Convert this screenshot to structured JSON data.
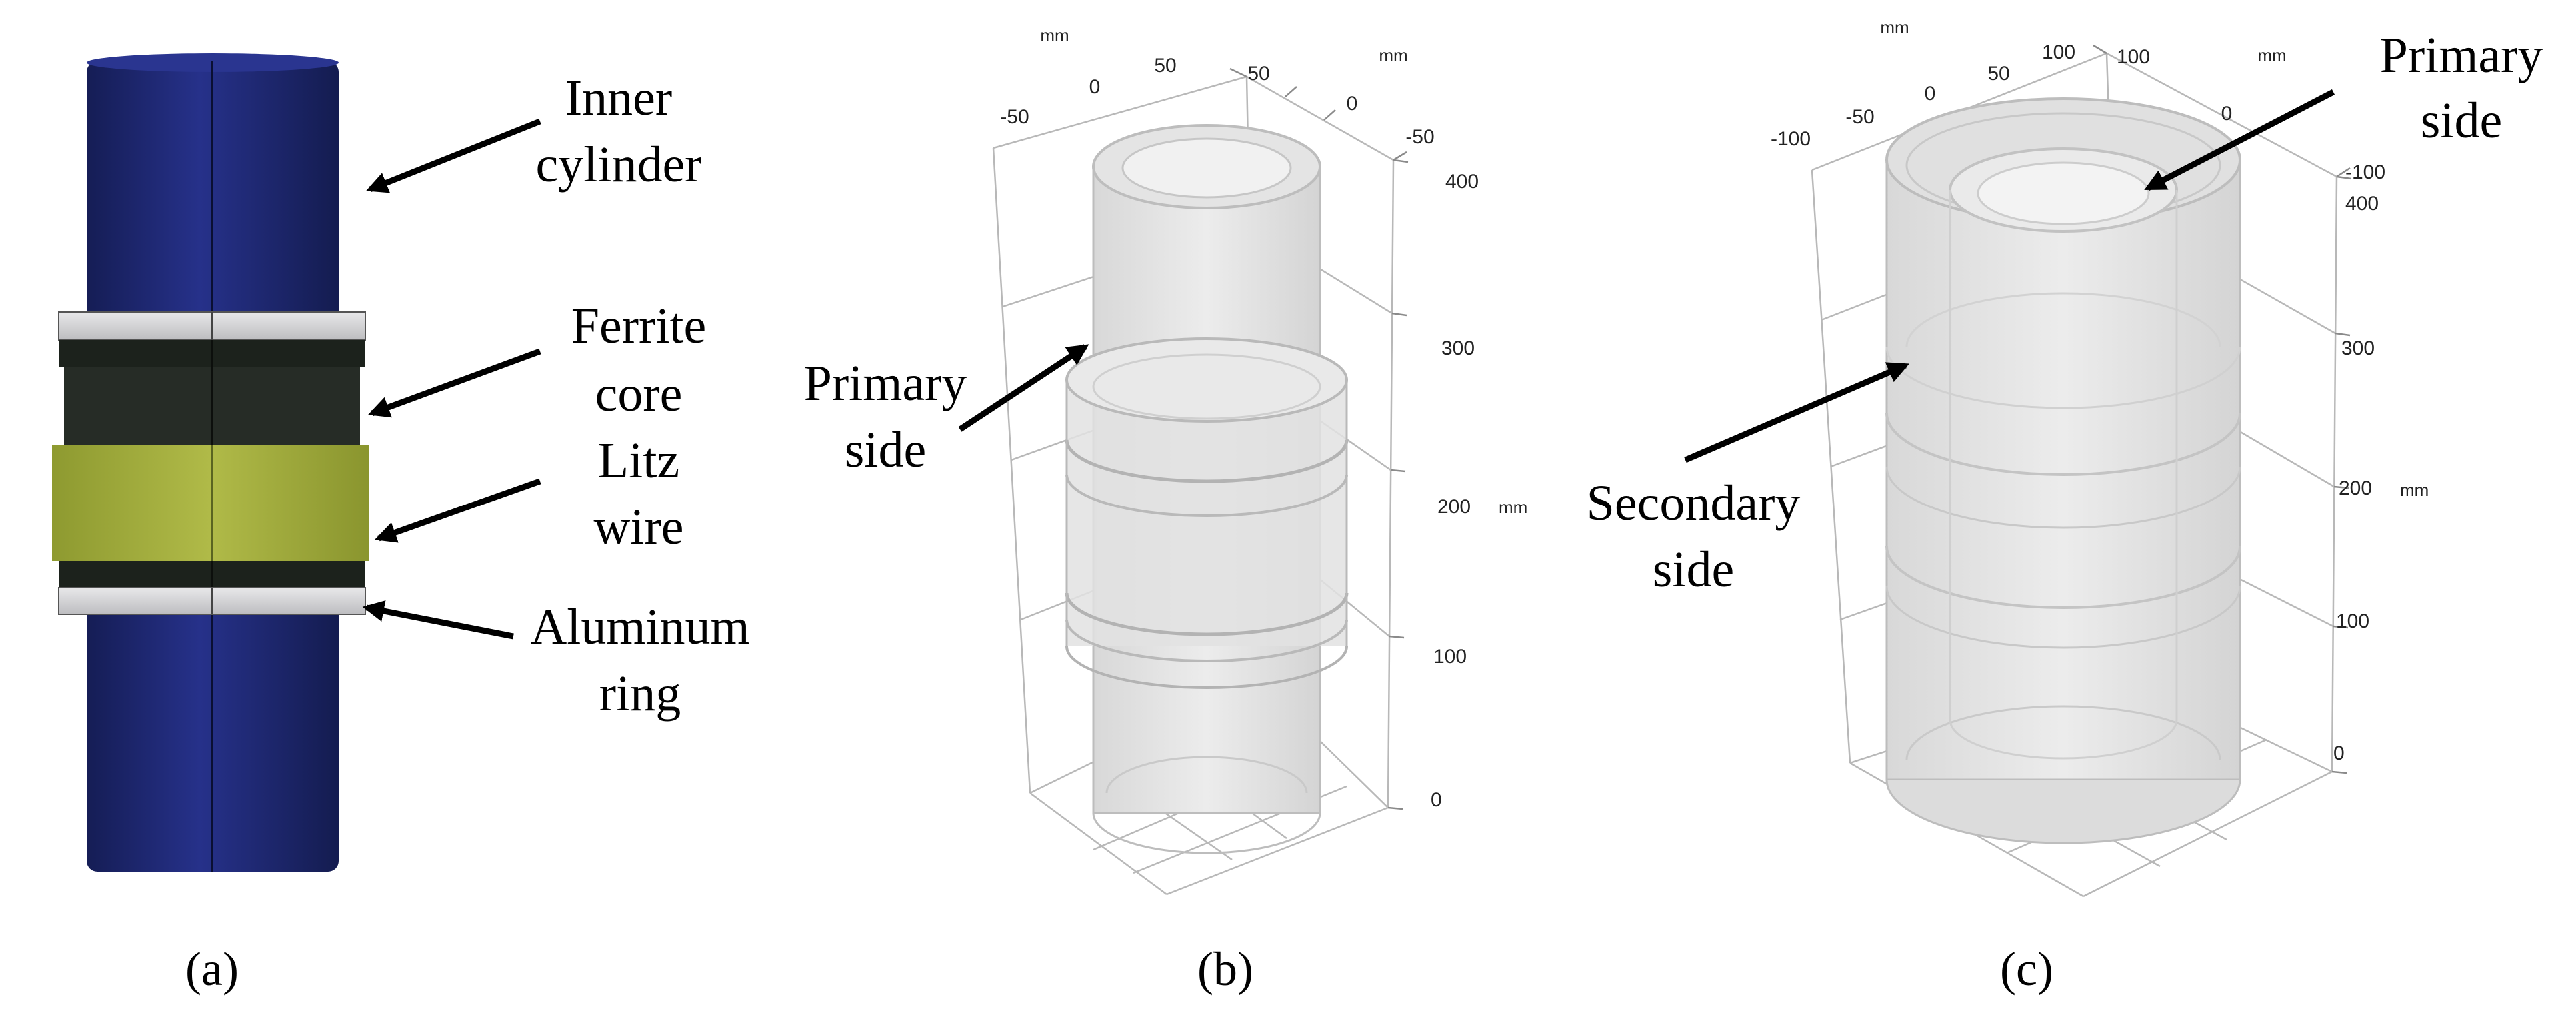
{
  "panel_a": {
    "label": "(a)",
    "callouts": {
      "inner_cylinder": [
        "Inner",
        "cylinder"
      ],
      "ferrite_core": [
        "Ferrite",
        "core"
      ],
      "litz_wire": [
        "Litz",
        "wire"
      ],
      "aluminum_ring": [
        "Aluminum",
        "ring"
      ]
    },
    "colors": {
      "inner_cylinder": "#1d2870",
      "ferrite_core": "#222a22",
      "litz_wire": "#a7b13e",
      "aluminum_ring": "#d4d4d6"
    }
  },
  "panel_b": {
    "label": "(b)",
    "callout": [
      "Primary",
      "side"
    ],
    "x_ticks": [
      "-50",
      "0",
      "50"
    ],
    "y_ticks": [
      "50",
      "0",
      "-50"
    ],
    "z_ticks": [
      "400",
      "300",
      "200",
      "100",
      "0"
    ],
    "unit": "mm"
  },
  "panel_c": {
    "label": "(c)",
    "callout_primary": [
      "Primary",
      "side"
    ],
    "callout_secondary": [
      "Secondary",
      "side"
    ],
    "x_ticks": [
      "-100",
      "-50",
      "0",
      "50",
      "100"
    ],
    "y_ticks": [
      "100",
      "0",
      "-100"
    ],
    "z_ticks": [
      "400",
      "300",
      "200",
      "100",
      "0"
    ],
    "unit": "mm"
  }
}
